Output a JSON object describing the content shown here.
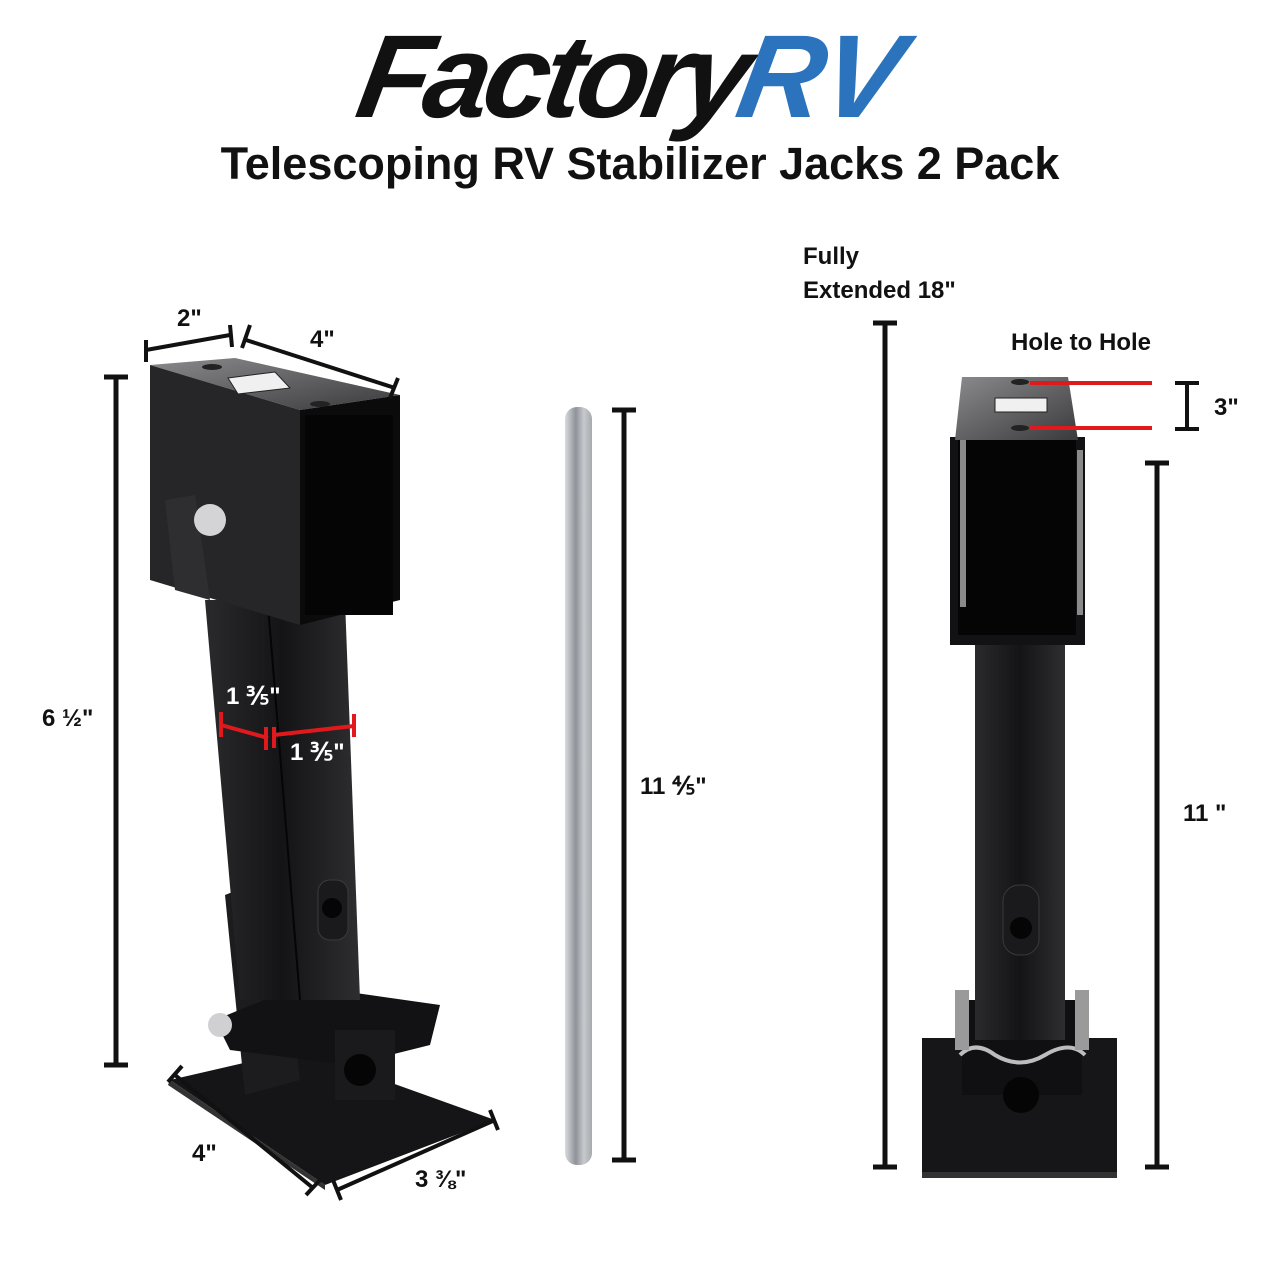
{
  "brand": {
    "logo_part1": "Factory",
    "logo_part2": "RV",
    "logo_color_part1": "#111111",
    "logo_color_part2": "#2b73bd"
  },
  "title": "Telescoping RV Stabilizer Jacks 2 Pack",
  "left_jack": {
    "top_width": "2\"",
    "top_length": "4\"",
    "height": "6 ½\"",
    "tube_width_a": "1 ⅗\"",
    "tube_width_b": "1 ⅗\"",
    "foot_length": "4\"",
    "foot_width": "3 ⅜\""
  },
  "handle": {
    "length": "11 ⅘\""
  },
  "right_jack": {
    "extended_label_line1": "Fully",
    "extended_label_line2": "Extended 18\"",
    "hole_label": "Hole to Hole",
    "hole_distance": "3\"",
    "height": "11 \""
  },
  "colors": {
    "dimension_line": "#111111",
    "highlight_line": "#e0191c",
    "jack_body": "#1a1a1a",
    "handle_metal": "#b8bcc0"
  }
}
